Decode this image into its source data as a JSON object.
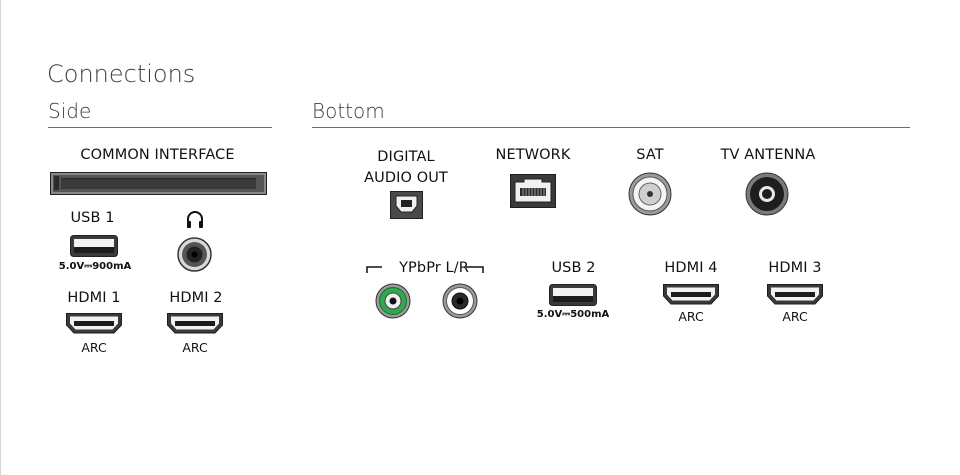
{
  "page": {
    "title": "Connections",
    "sections": {
      "side": "Side",
      "bottom": "Bottom"
    }
  },
  "side": {
    "common_interface": "COMMON INTERFACE",
    "usb1": {
      "label": "USB 1",
      "spec": "5.0V⎓900mA"
    },
    "hdmi1": {
      "label": "HDMI 1",
      "sub": "ARC"
    },
    "hdmi2": {
      "label": "HDMI 2",
      "sub": "ARC"
    }
  },
  "bottom": {
    "digital_audio_out": {
      "line1": "DIGITAL",
      "line2": "AUDIO OUT"
    },
    "network": "NETWORK",
    "sat": "SAT",
    "tv_antenna": "TV ANTENNA",
    "ypbpr": "YPbPr L/R",
    "usb2": {
      "label": "USB 2",
      "spec": "5.0V⎓500mA"
    },
    "hdmi4": {
      "label": "HDMI 4",
      "sub": "ARC"
    },
    "hdmi3": {
      "label": "HDMI 3",
      "sub": "ARC"
    }
  },
  "icons": {
    "headphone": "headphone-icon",
    "usb": "usb-port-icon",
    "hdmi": "hdmi-port-icon",
    "optical": "optical-port-icon",
    "ethernet": "ethernet-port-icon",
    "coax": "coax-port-icon",
    "rca": "rca-jack-icon"
  },
  "colors": {
    "ypbpr_jack": "#2fa84f",
    "port_dark": "#2a2a2a"
  }
}
